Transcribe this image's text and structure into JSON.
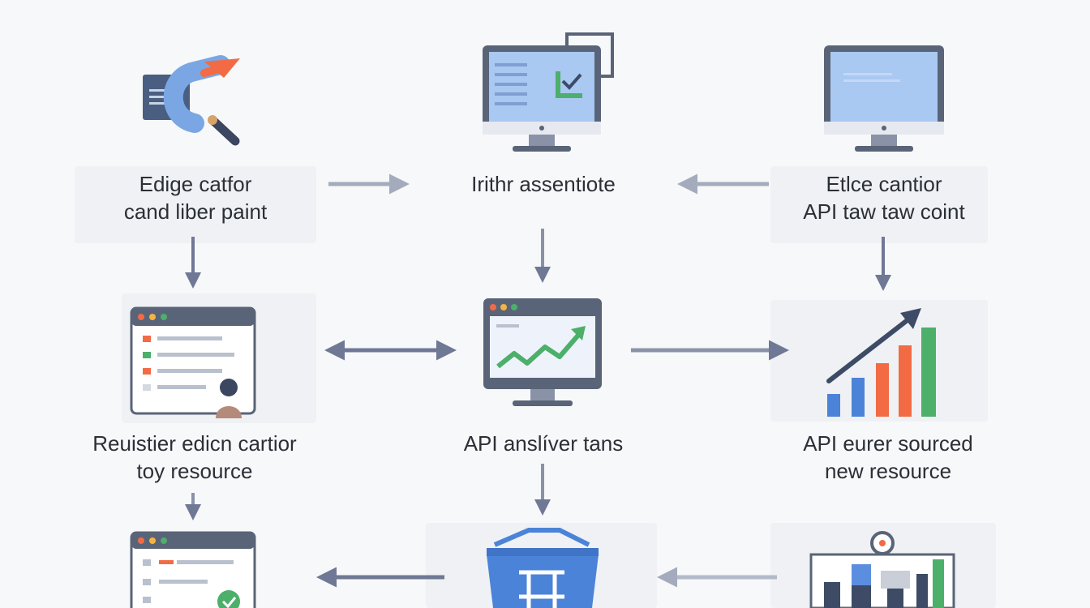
{
  "nodes": {
    "n1": {
      "line1": "Edige catfor",
      "line2": "cand liber paint"
    },
    "n2": {
      "line1": "Irithr assentiote"
    },
    "n3": {
      "line1": "Etlce cantior",
      "line2": "API taw taw coint"
    },
    "n4": {
      "line1": "Reuistier edicn cartior",
      "line2": "toy resource"
    },
    "n5": {
      "line1": "API anslíver tans"
    },
    "n6": {
      "line1": "API eurer sourced",
      "line2": "new resource"
    }
  },
  "icons": {
    "n1": "redirect-arrow-icon",
    "n2": "monitor-checklist-icon",
    "n3": "monitor-icon",
    "n4": "browser-list-user-icon",
    "n5": "monitor-trend-chart-icon",
    "n6": "bar-chart-trend-icon",
    "n7": "browser-check-icon",
    "n8": "basket-icon",
    "n9": "bar-chart-pin-icon"
  },
  "colors": {
    "arrow": "#6f7894",
    "screen": "#a9c8f2",
    "frame": "#5a6478",
    "green": "#4caf6a",
    "orange": "#f26b45",
    "blue": "#4b83d8"
  }
}
